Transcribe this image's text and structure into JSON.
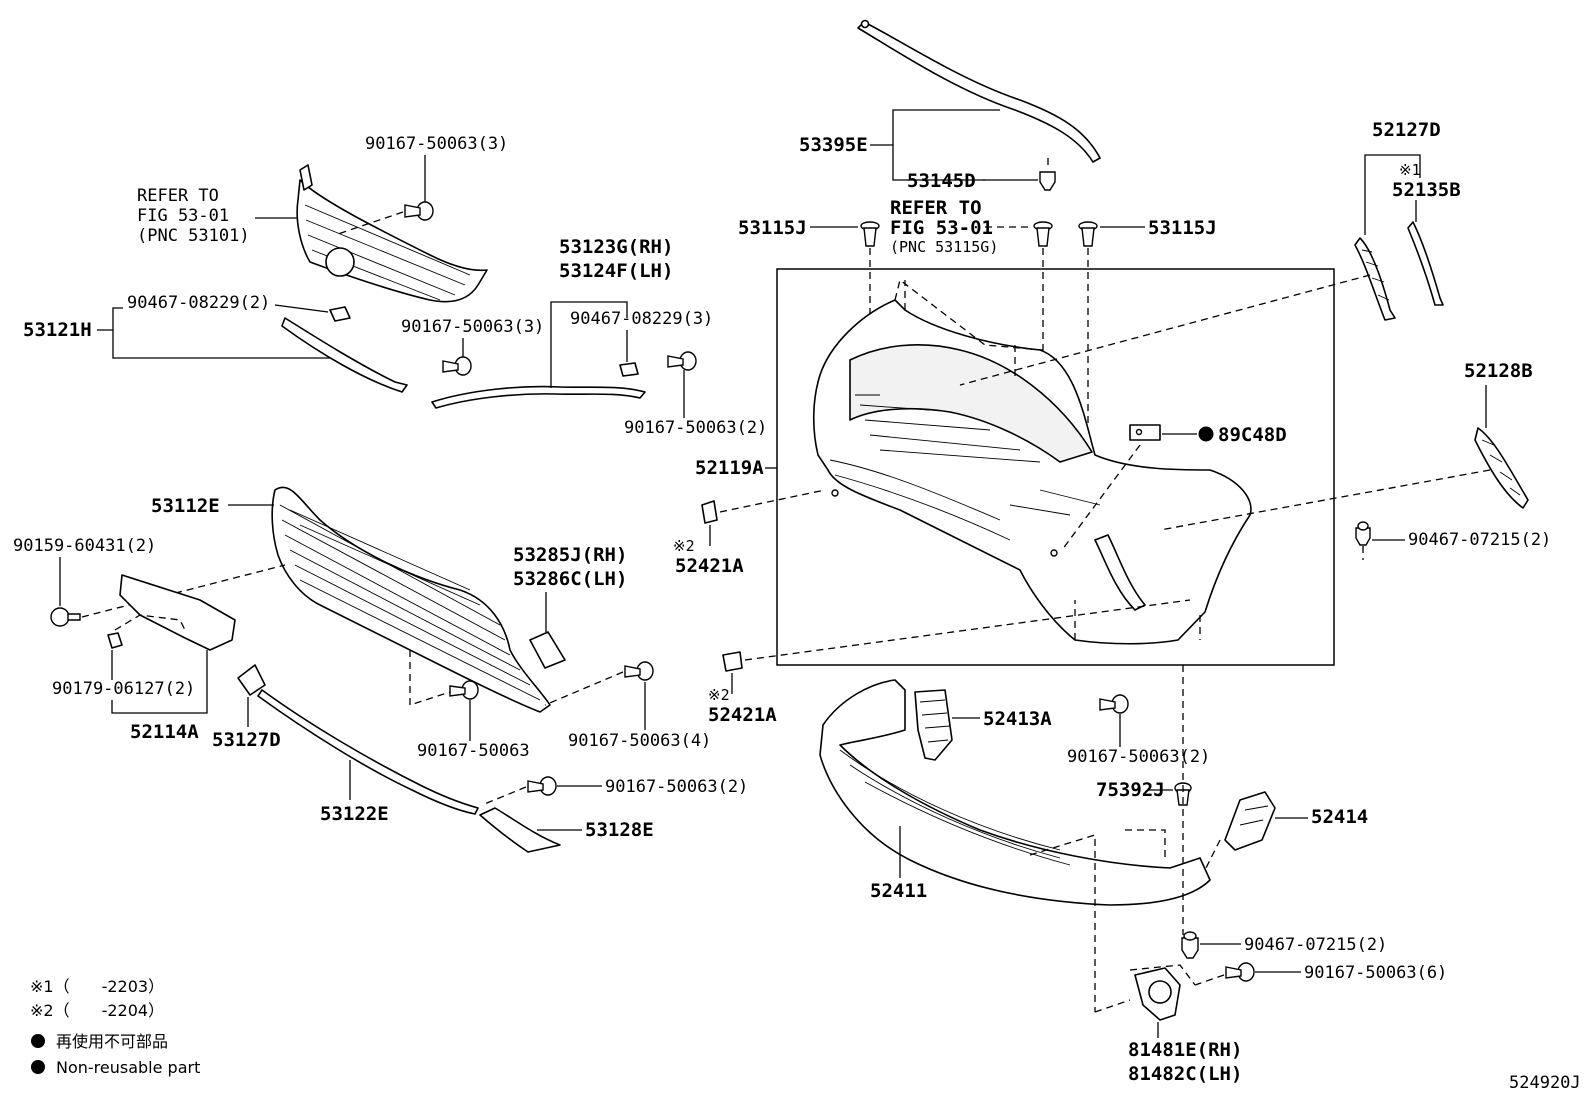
{
  "labels": {
    "p53395E": "53395E",
    "p53145D": "53145D",
    "p53115J_l": "53115J",
    "p53115J_r": "53115J",
    "refer2_1": "REFER TO",
    "refer2_2": "FIG 53-01",
    "refer2_3": "(PNC 53115G)",
    "p52127D": "52127D",
    "mark1_52135B": "※1",
    "p52135B": "52135B",
    "p52128B": "52128B",
    "p89C48D": "89C48D",
    "p52119A": "52119A",
    "p90467_07215_r": "90467-07215(2)",
    "p90167_50063_3_top": "90167-50063(3)",
    "refer1_1": "REFER TO",
    "refer1_2": "FIG 53-01",
    "refer1_3": "(PNC 53101)",
    "p90467_08229_2": "90467-08229(2)",
    "p53121H": "53121H",
    "p90167_50063_3_mid": "90167-50063(3)",
    "p53123G": "53123G(RH)",
    "p53124F": "53124F(LH)",
    "p90467_08229_3": "90467-08229(3)",
    "p90167_50063_2_a": "90167-50063(2)",
    "p53112E": "53112E",
    "p90159_60431": "90159-60431(2)",
    "p53285J": "53285J(RH)",
    "p53286C": "53286C(LH)",
    "mark2_a": "※2",
    "p52421A_a": "52421A",
    "mark2_b": "※2",
    "p52421A_b": "52421A",
    "p90179_06127": "90179-06127(2)",
    "p52114A": "52114A",
    "p53127D": "53127D",
    "p90167_50063": "90167-50063",
    "p90167_50063_4": "90167-50063(4)",
    "p90167_50063_2_b": "90167-50063(2)",
    "p53122E": "53122E",
    "p53128E": "53128E",
    "p52413A": "52413A",
    "p90167_50063_2_c": "90167-50063(2)",
    "p75392J": "75392J",
    "p52414": "52414",
    "p52411": "52411",
    "p90467_07215_b": "90467-07215(2)",
    "p90167_50063_6": "90167-50063(6)",
    "p81481E": "81481E(RH)",
    "p81482C": "81482C(LH)"
  },
  "notes": {
    "note1": "※1（　　-2203）",
    "note2": "※2（　　-2204）",
    "legend_jp": "再使用不可部品",
    "legend_en": "Non-reusable part"
  },
  "diagram_id": "524920J"
}
